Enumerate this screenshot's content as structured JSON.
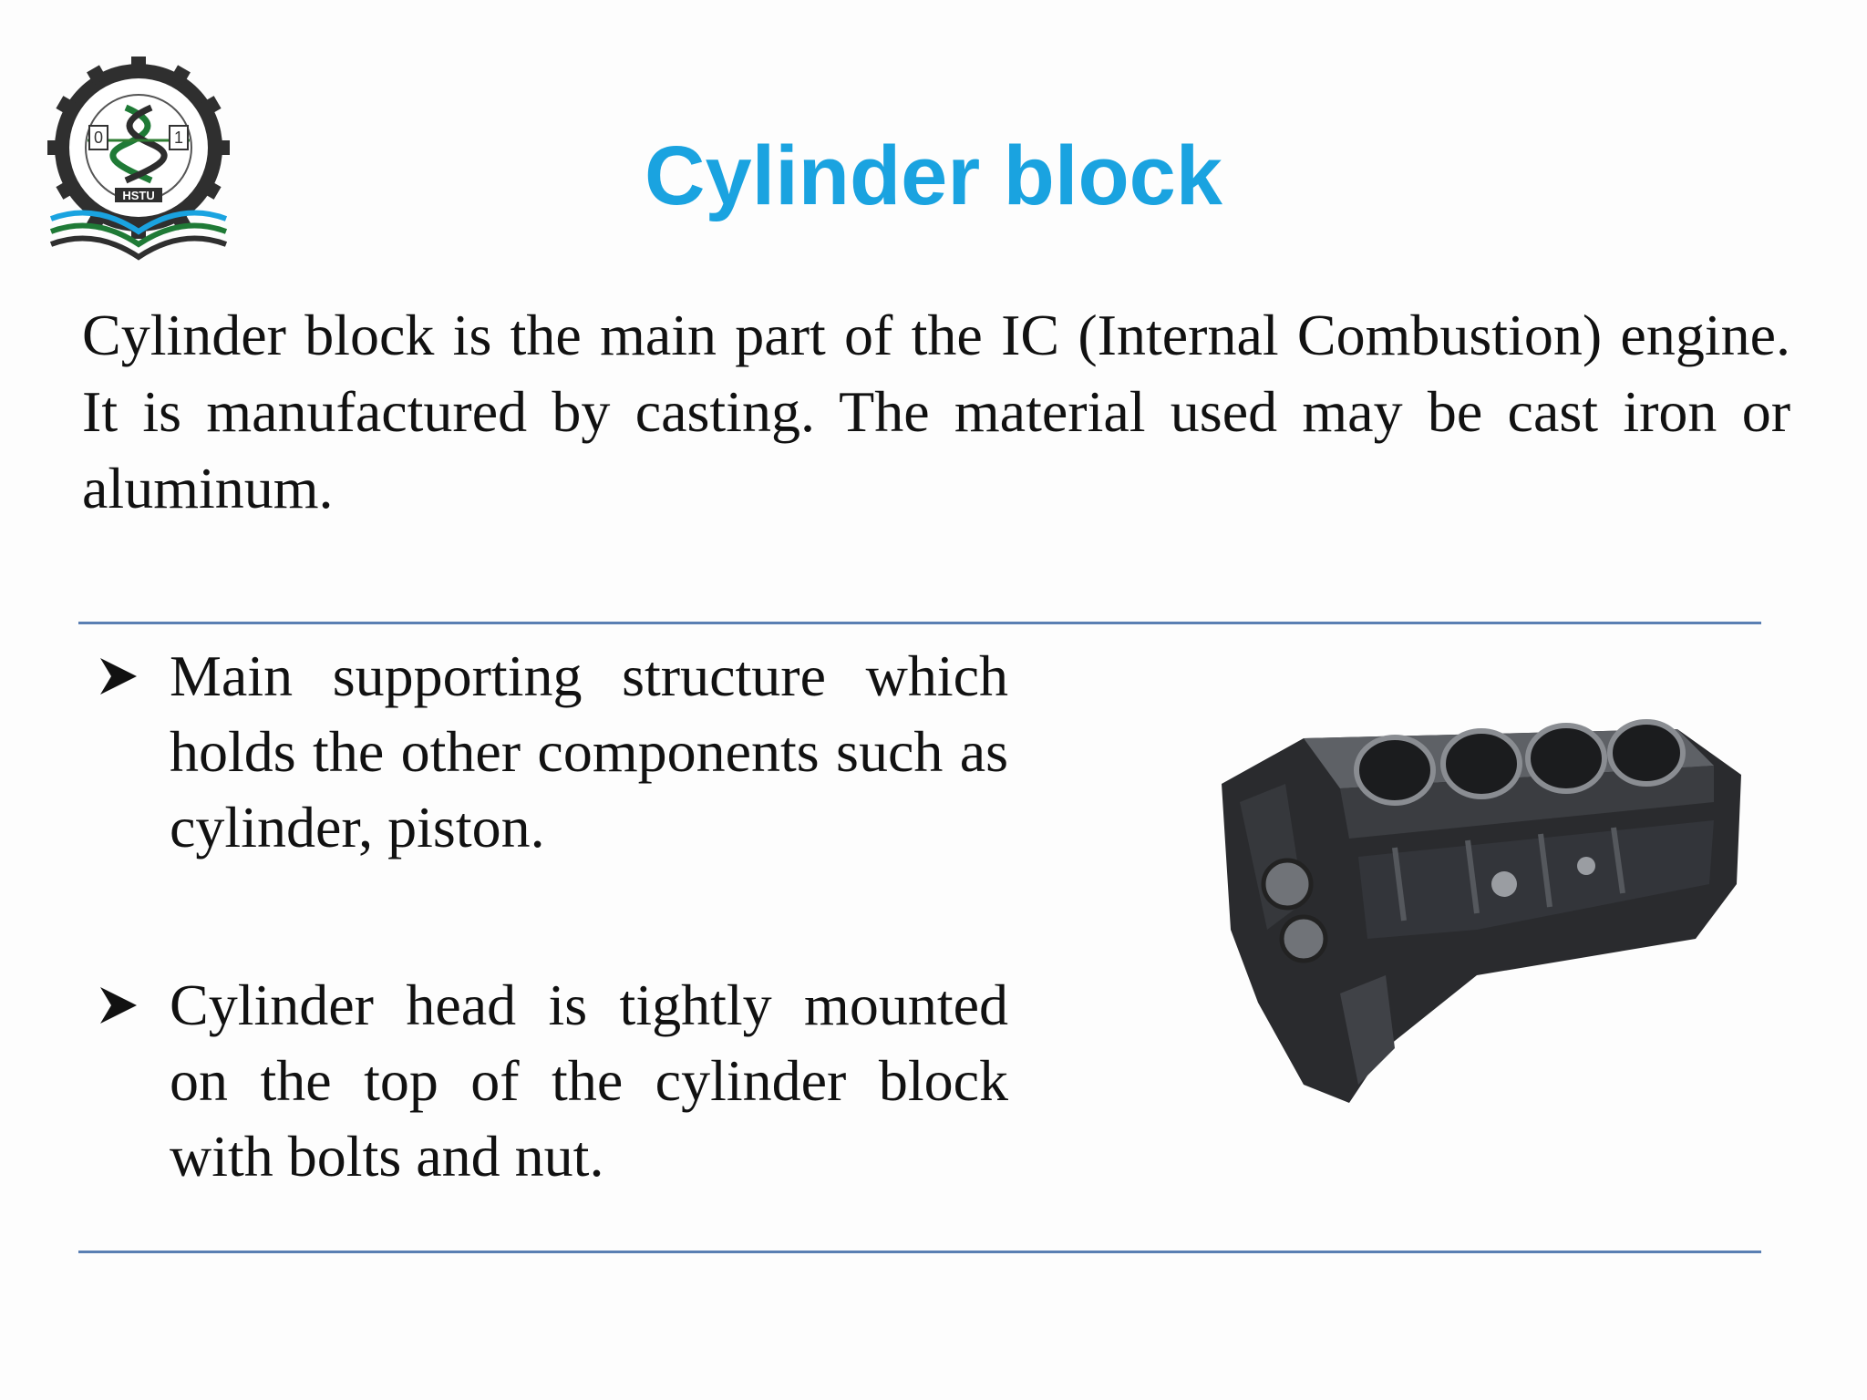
{
  "slide": {
    "title": "Cylinder block",
    "intro": "Cylinder block is the main part of the IC (Internal Combustion) engine. It is manufactured by casting. The material used may be cast iron or aluminum.",
    "bullets": [
      {
        "text": "Main supporting structure which holds the other components such as cylinder, piston."
      },
      {
        "text": "Cylinder head is tightly mounted on the top of the cylinder block with bolts and nut."
      }
    ],
    "logo": {
      "icon": "university-seal-icon",
      "seal_text": "HSTU",
      "digits": [
        "0",
        "1"
      ]
    },
    "image": {
      "icon": "engine-cylinder-block-icon"
    },
    "colors": {
      "title": "#1aa3e0",
      "rule": "#5a7fb3",
      "text": "#111111"
    }
  }
}
